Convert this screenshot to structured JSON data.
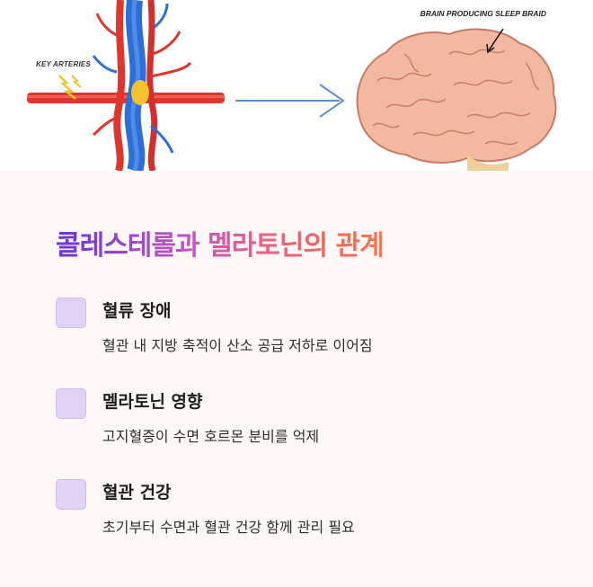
{
  "illustration": {
    "arteries_label": "KEY ARTERIES",
    "brain_label": "BRAIN PRODUCING SLEEP BRAID",
    "colors": {
      "artery": "#e0352c",
      "vein": "#2c6fd8",
      "arrow": "#5a8fd6",
      "brain": "#f2b8a2"
    }
  },
  "title": "콜레스테롤과 멜라토닌의 관계",
  "items": [
    {
      "heading": "혈류 장애",
      "description": "혈관 내 지방 축적이 산소 공급 저하로 이어짐"
    },
    {
      "heading": "멜라토닌 영향",
      "description": "고지혈증이 수면 호르몬 분비를 억제"
    },
    {
      "heading": "혈관 건강",
      "description": "초기부터 수면과 혈관 건강 함께 관리 필요"
    }
  ]
}
